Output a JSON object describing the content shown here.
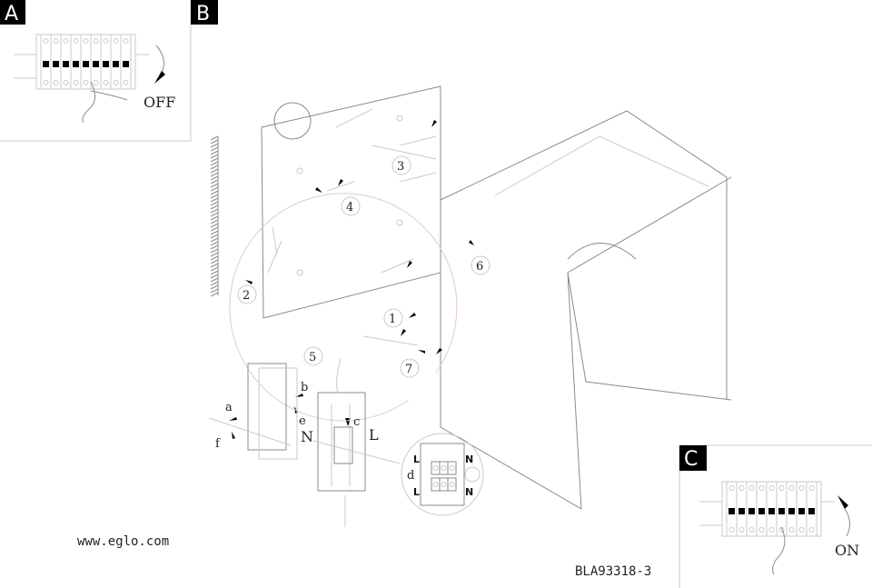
{
  "panels": {
    "a": {
      "label": "A",
      "state": "OFF"
    },
    "b": {
      "label": "B"
    },
    "c": {
      "label": "C",
      "state": "ON"
    }
  },
  "callouts": [
    "1",
    "2",
    "3",
    "4",
    "5",
    "6",
    "7"
  ],
  "wiring": {
    "letters": {
      "a": "a",
      "b": "b",
      "c": "c",
      "d": "d",
      "e": "e",
      "f": "f"
    },
    "neutral": "N",
    "live": "L"
  },
  "footer": {
    "website": "www.eglo.com",
    "code": "BLA93318-3"
  },
  "colors": {
    "line": "#8a8a8a",
    "panel_label_bg": "#000000"
  }
}
